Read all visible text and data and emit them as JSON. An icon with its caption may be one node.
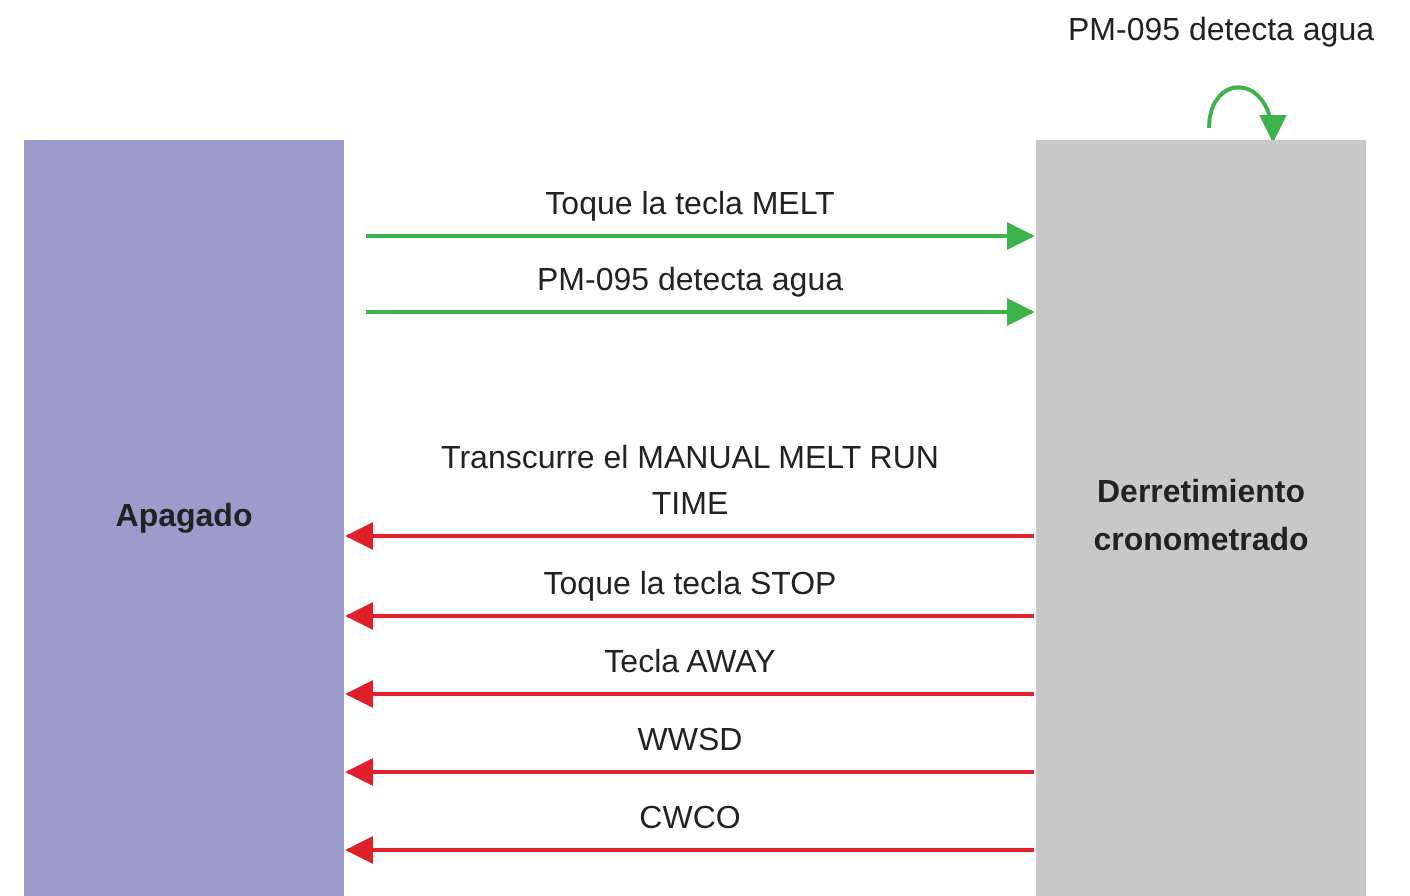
{
  "diagram": {
    "nodes": [
      {
        "text": [
          "Apagado"
        ]
      },
      {
        "text": [
          "Derretimiento cronometrado"
        ]
      }
    ],
    "edges": [
      {
        "from": 0,
        "to": 1,
        "arrow": "to",
        "label": "Toque la tecla MELT",
        "color": "#3cb44b"
      },
      {
        "from": 0,
        "to": 1,
        "arrow": "to",
        "label": "PM-095 detecta agua",
        "color": "#3cb44b"
      },
      {
        "from": 1,
        "to": 1,
        "arrow": "to",
        "label": "PM-095 detecta agua",
        "color": "#3cb44b"
      },
      {
        "from": 1,
        "to": 0,
        "arrow": "to",
        "label": "Transcurre el MANUAL MELT RUN TIME"
      },
      {
        "from": 1,
        "to": 0,
        "arrow": "to",
        "label": "Toque la tecla STOP"
      },
      {
        "from": 1,
        "to": 0,
        "arrow": "to",
        "label": "Tecla AWAY"
      },
      {
        "from": 1,
        "to": 0,
        "arrow": "to",
        "label": "WWSD"
      },
      {
        "from": 1,
        "to": 0,
        "arrow": "to",
        "label": "CWCO"
      }
    ]
  }
}
